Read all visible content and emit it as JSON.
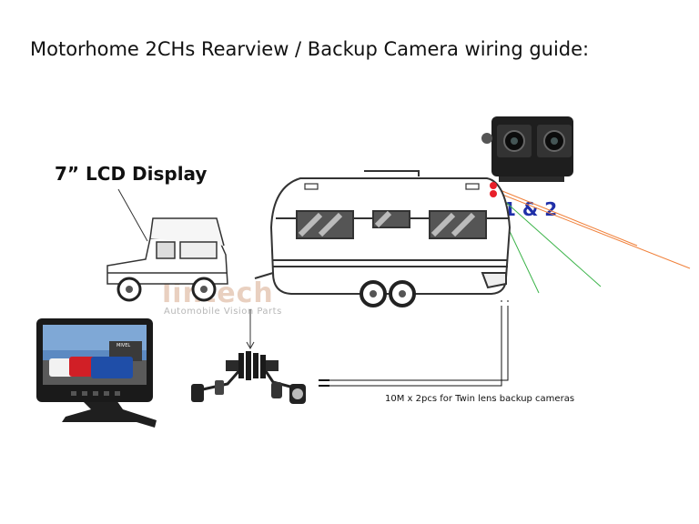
{
  "title": "Motorhome 2CHs Rearview / Backup Camera wiring guide:",
  "lcd_label": "7” LCD Display",
  "camera_label": "1 & 2",
  "cable_label": "10M x 2pcs for Twin lens backup cameras",
  "watermark": {
    "brand": "lintech",
    "tagline": "Automobile Vision Parts"
  },
  "monitor_screen_text": "MIVEL",
  "icons": [
    "lcd-monitor-icon",
    "truck-icon",
    "caravan-icon",
    "twin-lens-camera-icon",
    "coiled-cable-icon"
  ],
  "colors": {
    "camera_dot": "#e8202a",
    "beam_orange": "#f0803a",
    "beam_green": "#3cb44a",
    "label_blue": "#1f2fa8"
  }
}
